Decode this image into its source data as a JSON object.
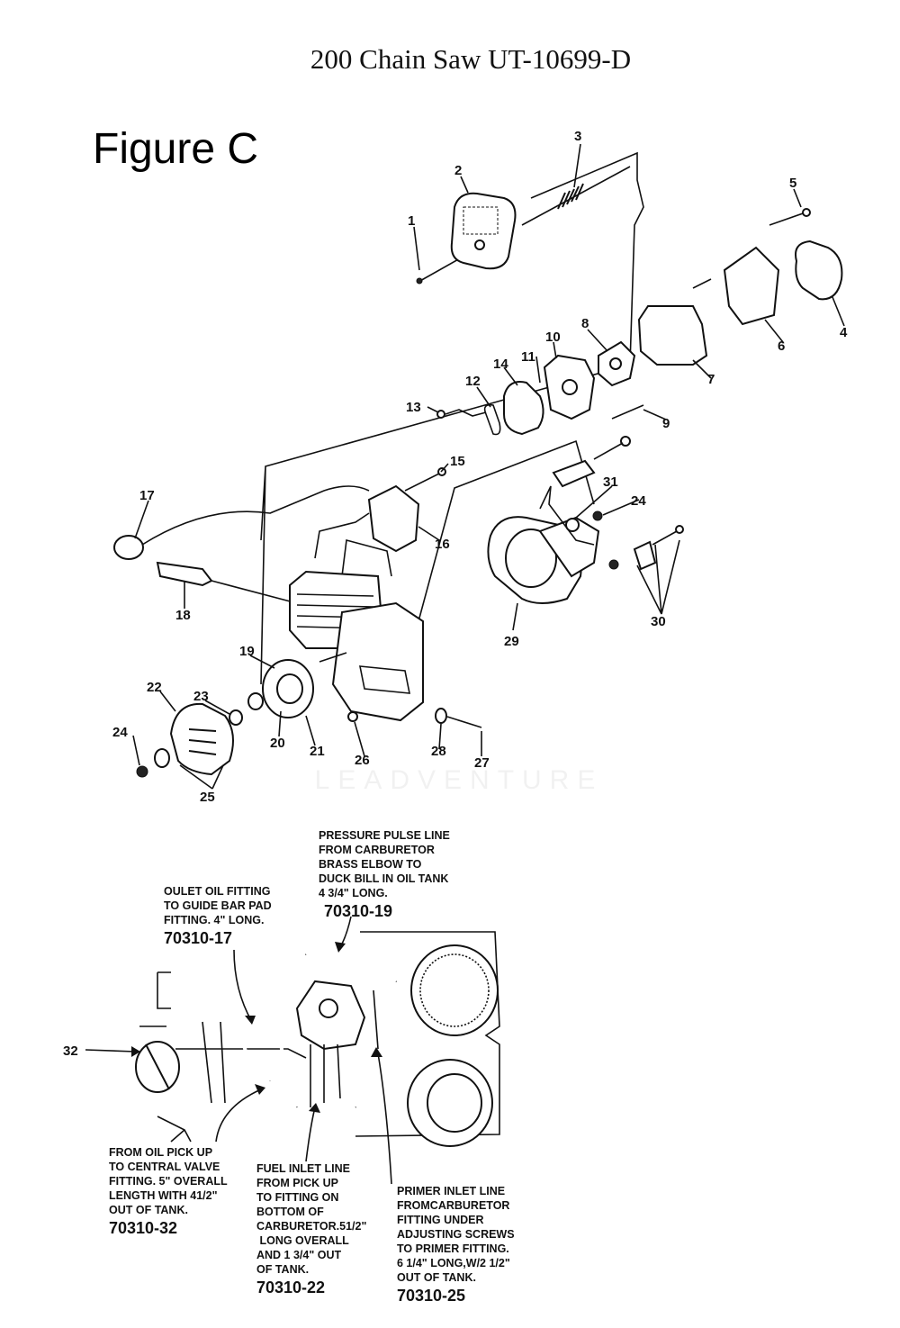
{
  "header": {
    "title": "200 Chain Saw UT-10699-D"
  },
  "figure": {
    "label": "Figure C"
  },
  "watermark": {
    "text": "LEADVENTURE"
  },
  "part_numbers": [
    "1",
    "2",
    "3",
    "4",
    "5",
    "6",
    "7",
    "8",
    "9",
    "10",
    "11",
    "12",
    "13",
    "14",
    "15",
    "16",
    "17",
    "18",
    "19",
    "20",
    "21",
    "22",
    "23",
    "24",
    "25",
    "26",
    "27",
    "28",
    "29",
    "30",
    "31",
    "24",
    "32"
  ],
  "callouts": {
    "pressure_pulse": {
      "lines": [
        "PRESSURE PULSE LINE",
        "FROM CARBURETOR",
        "BRASS ELBOW TO",
        "DUCK BILL IN OIL TANK",
        "4 3/4\" LONG."
      ],
      "code": "70310-19"
    },
    "outlet_oil": {
      "lines": [
        "OULET OIL FITTING",
        "TO GUIDE BAR PAD",
        "FITTING. 4\" LONG."
      ],
      "code": "70310-17"
    },
    "oil_pickup": {
      "lines": [
        "FROM OIL PICK UP",
        "TO CENTRAL VALVE",
        "FITTING. 5\" OVERALL",
        "LENGTH WITH 41/2\"",
        "OUT OF TANK."
      ],
      "code": "70310-32"
    },
    "fuel_inlet": {
      "lines": [
        "FUEL INLET LINE",
        "FROM PICK UP",
        "TO FITTING ON",
        "BOTTOM OF",
        "CARBURETOR.51/2\"",
        " LONG OVERALL",
        "AND 1 3/4\" OUT",
        "OF TANK."
      ],
      "code": "70310-22"
    },
    "primer_inlet": {
      "lines": [
        "PRIMER INLET LINE",
        "FROMCARBURETOR",
        "FITTING UNDER",
        "ADJUSTING SCREWS",
        "TO PRIMER FITTING.",
        "6 1/4\" LONG,W/2 1/2\"",
        "OUT OF TANK."
      ],
      "code": "70310-25"
    }
  }
}
